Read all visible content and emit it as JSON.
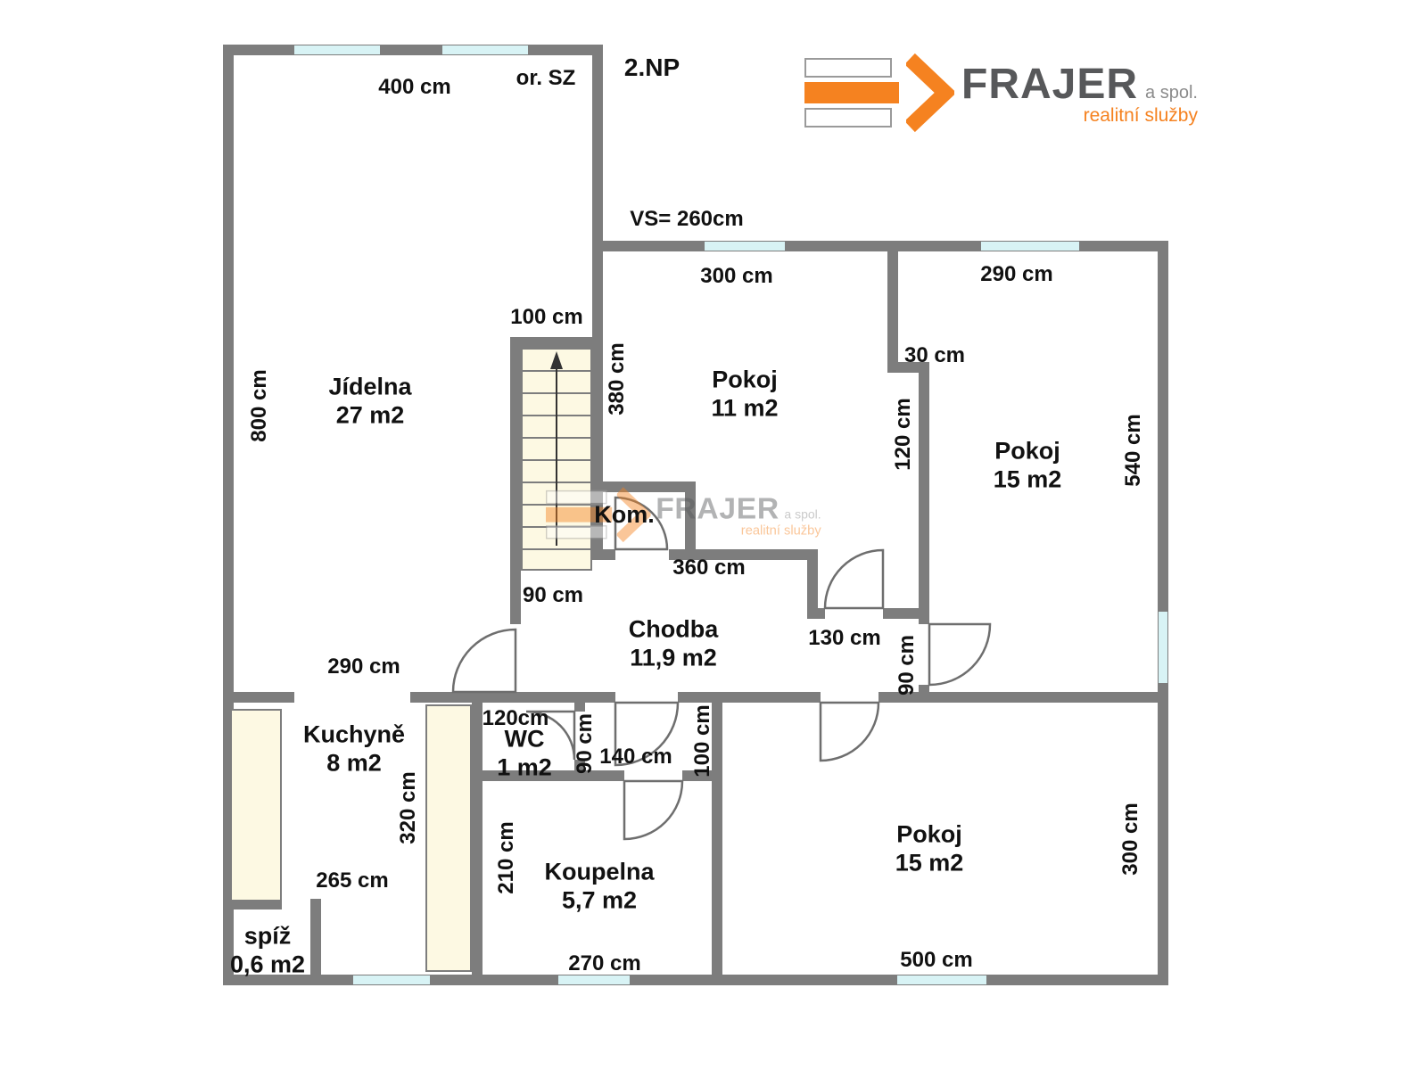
{
  "meta": {
    "floor": "2.NP",
    "orientation": "or. SZ",
    "ceiling_height": "VS= 260cm"
  },
  "logo": {
    "brand": "FRAJER",
    "suffix": "a spol.",
    "tagline": "realitní služby"
  },
  "colors": {
    "wall": "#7d7d7d",
    "window": "#d8f3f5",
    "furniture": "#fdf9e3",
    "accent": "#F58220",
    "brand_gray": "#57585a"
  },
  "rooms": {
    "jidelna": {
      "name": "Jídelna",
      "area": "27 m2"
    },
    "pokoj11": {
      "name": "Pokoj",
      "area": "11 m2"
    },
    "pokoj15a": {
      "name": "Pokoj",
      "area": "15 m2"
    },
    "pokoj15b": {
      "name": "Pokoj",
      "area": "15 m2"
    },
    "chodba": {
      "name": "Chodba",
      "area": "11,9 m2"
    },
    "kuchyne": {
      "name": "Kuchyně",
      "area": "8 m2"
    },
    "wc": {
      "name": "WC",
      "area": "1 m2"
    },
    "koupelna": {
      "name": "Koupelna",
      "area": "5,7 m2"
    },
    "spiz": {
      "name": "spíž",
      "area": "0,6 m2"
    },
    "komora": {
      "name": "Kom."
    }
  },
  "dims": {
    "top_width": "400 cm",
    "jidelna_height": "800 cm",
    "stairs_width": "100 cm",
    "stairs_zone_height": "380 cm",
    "pokoj11_width": "300 cm",
    "pokoj15a_width": "290 cm",
    "jog_offset": "30 cm",
    "jog_height": "120 cm",
    "pokoj15a_height": "540 cm",
    "chodba_width": "360 cm",
    "stairs_exit": "90 cm",
    "chodba_nook": "130 cm",
    "pokoj15a_door": "90 cm",
    "jidelna_bottom": "290 cm",
    "wc_width": "120cm",
    "wc_depth": "90 cm",
    "vestibule_width": "140 cm",
    "vestibule_depth": "100 cm",
    "kuchyne_height": "320 cm",
    "kuchyne_width": "265 cm",
    "koupelna_height": "210 cm",
    "koupelna_width": "270 cm",
    "pokoj15b_width": "500 cm",
    "pokoj15b_height": "300 cm"
  }
}
